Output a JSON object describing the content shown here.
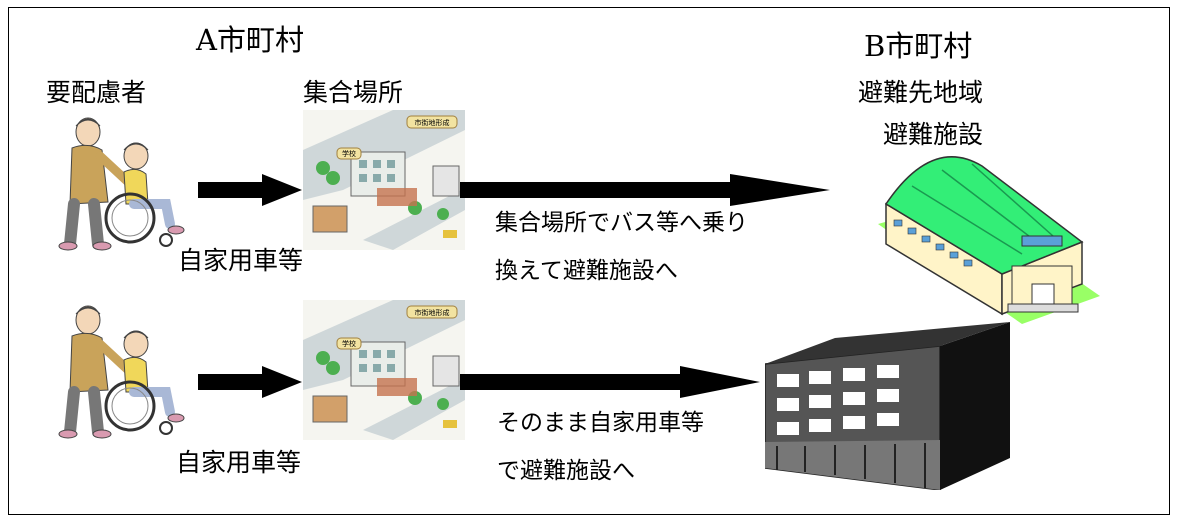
{
  "municipality_a": "A市町村",
  "municipality_b": "B市町村",
  "labels": {
    "person_requiring_care": "要配慮者",
    "assembly_point": "集合場所",
    "evacuation_area": "避難先地域",
    "evacuation_facility": "避難施設"
  },
  "routes": [
    {
      "transport": "自家用車等",
      "desc_line1": "集合場所でバス等へ乗り",
      "desc_line2": "換えて避難施設へ"
    },
    {
      "transport": "自家用車等",
      "desc_line1": "そのまま自家用車等",
      "desc_line2": "で避難施設へ"
    }
  ],
  "map_text": {
    "tag_top": "市街地形成",
    "tag_school": "学校"
  },
  "colors": {
    "arrow": "#000000",
    "gym_roof": "#33ee77",
    "gym_wall": "#fff4c8",
    "grass": "#99ff66",
    "building": "#5a5a5a"
  }
}
